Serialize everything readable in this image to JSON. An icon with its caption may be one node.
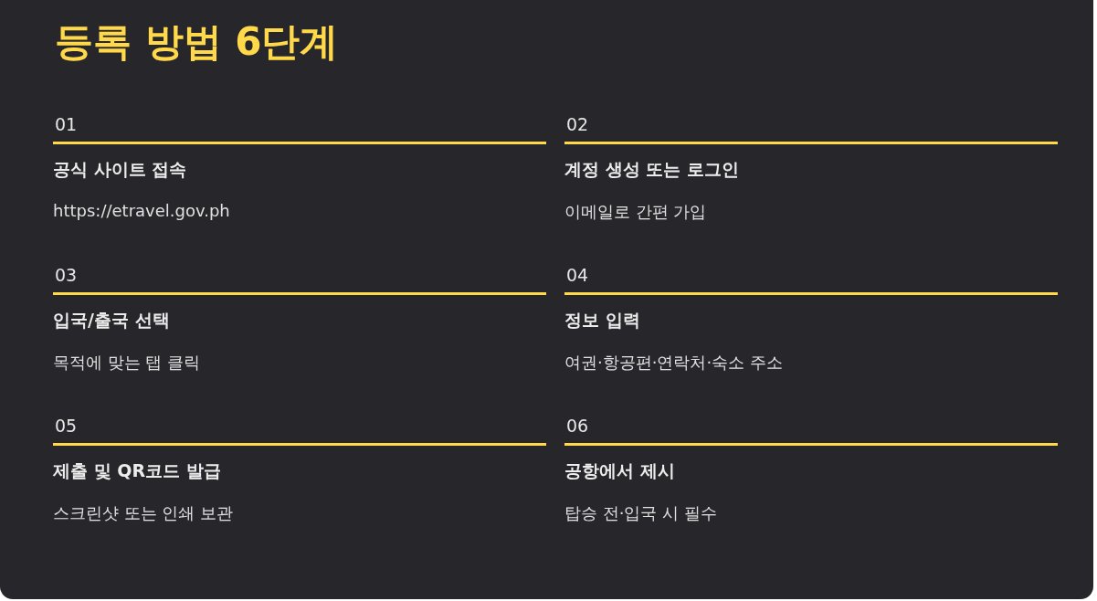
{
  "diagram": {
    "title": "등록 방법 6단계",
    "nodes": [
      {
        "text": [
          "01",
          "공식 사이트 접속",
          "https://etravel.gov.ph"
        ]
      },
      {
        "text": [
          "02",
          "계정 생성 또는 로그인",
          "이메일로 간편 가입"
        ]
      },
      {
        "text": [
          "03",
          "입국/출국 선택",
          "목적에 맞는 탭 클릭"
        ]
      },
      {
        "text": [
          "04",
          "정보 입력",
          "여권·항공편·연락처·숙소 주소"
        ]
      },
      {
        "text": [
          "05",
          "제출 및 QR코드 발급",
          "스크린샷 또는 인쇄 보관"
        ]
      },
      {
        "text": [
          "06",
          "공항에서 제시",
          "탑승 전·입국 시 필수"
        ]
      }
    ],
    "edges": []
  }
}
